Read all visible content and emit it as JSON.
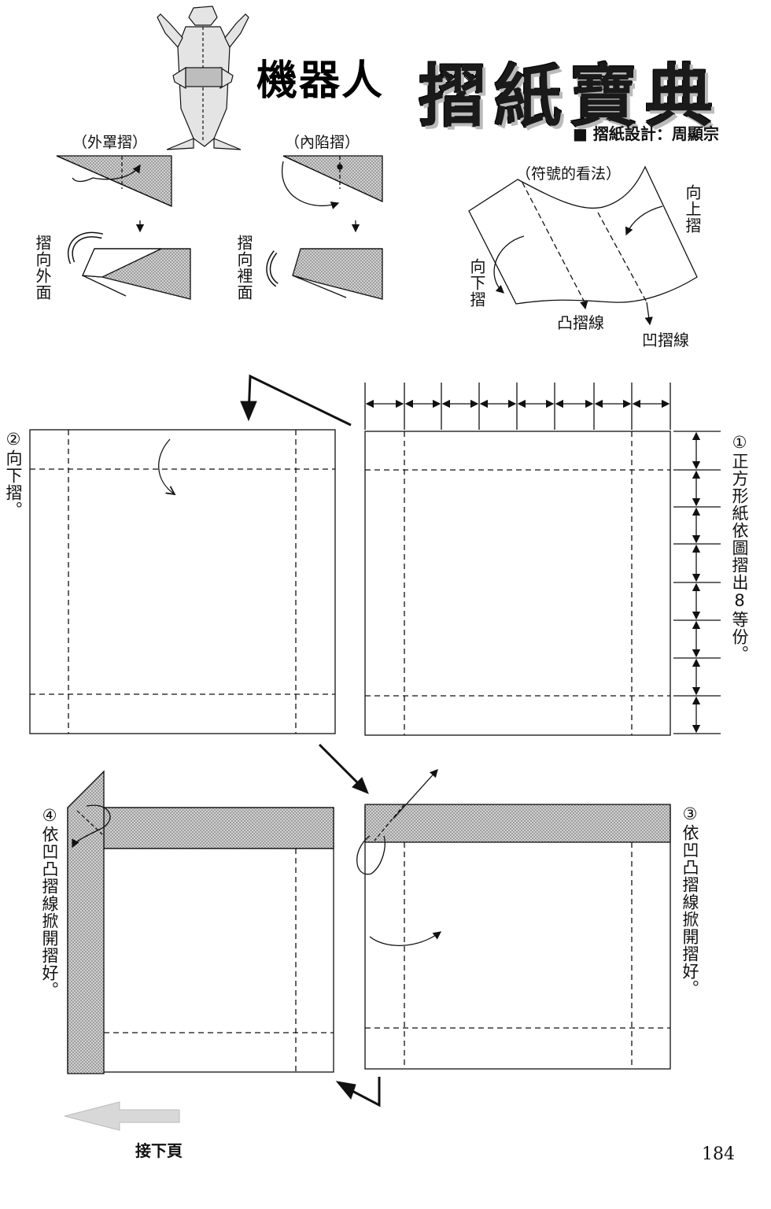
{
  "header": {
    "title_small": "機器人",
    "title_big": "摺紙寶典",
    "designer": "■ 摺紙設計：周顯宗"
  },
  "legend": {
    "outer_reverse_title": "（外罩摺）",
    "inner_reverse_title": "（內陷摺）",
    "fold_outward": "摺向外面",
    "fold_inward": "摺向裡面",
    "symbols_title": "（符號的看法）",
    "fold_up": "向上摺",
    "fold_down": "向下摺",
    "mountain_line": "凸摺線",
    "valley_line": "凹摺線"
  },
  "steps": [
    {
      "number": "①",
      "text": "正方形紙依圖摺出8等份。"
    },
    {
      "number": "②",
      "text": "向下摺。"
    },
    {
      "number": "③",
      "text": "依凹凸摺線掀開摺好。"
    },
    {
      "number": "④",
      "text": "依凹凸摺線掀開摺好。"
    }
  ],
  "footer": {
    "continue": "接下頁",
    "page_number": "184"
  },
  "colors": {
    "ink": "#111111",
    "shaded_paper": "#c8c8c8",
    "title_shadow": "#bbbbbb"
  }
}
